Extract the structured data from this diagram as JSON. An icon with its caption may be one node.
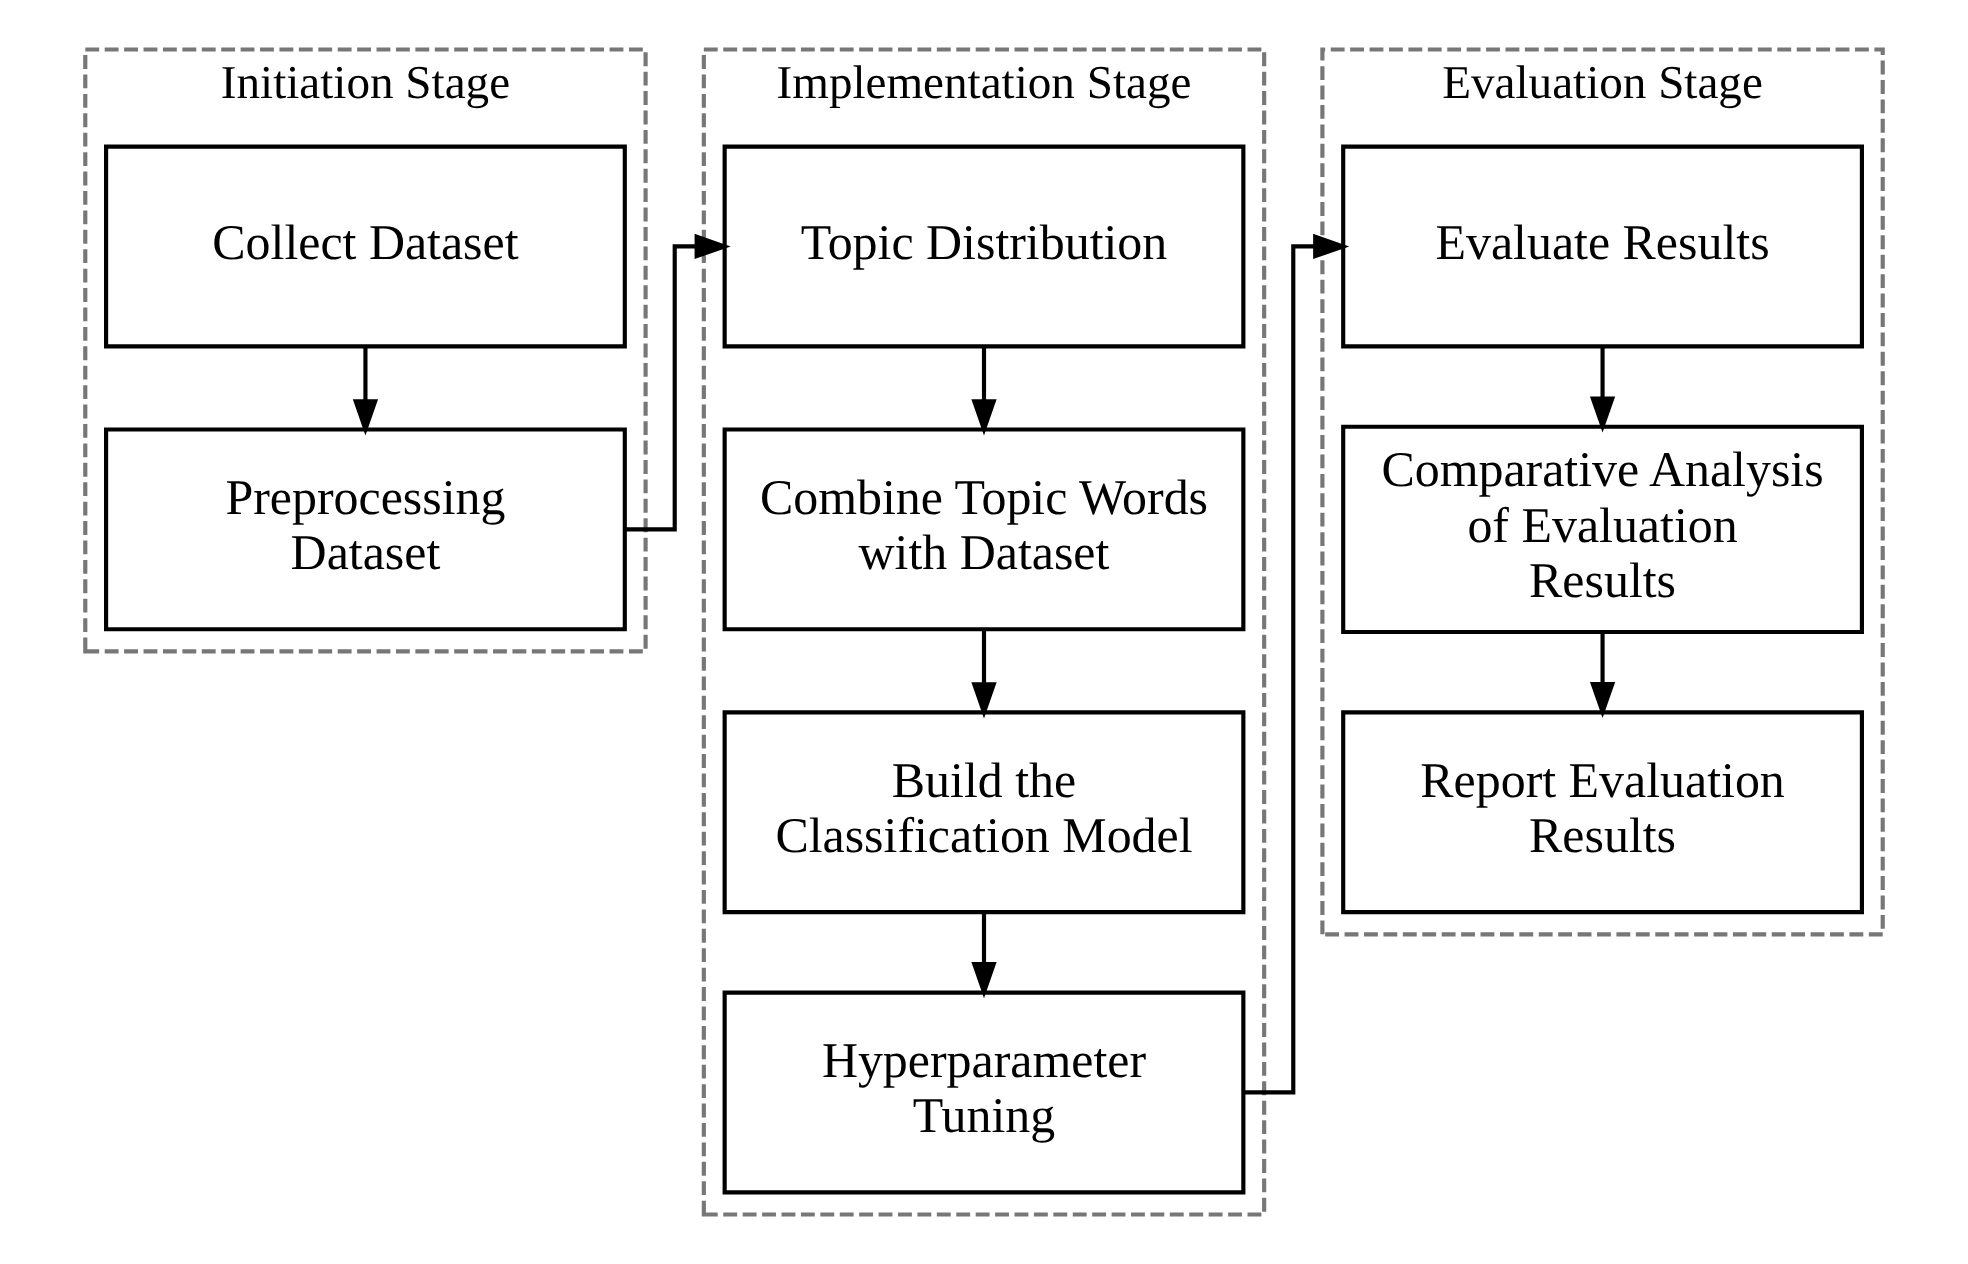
{
  "diagram": {
    "nodes": [
      {
        "text": [
          "Initiation Stage"
        ]
      },
      {
        "text": [
          "Collect Dataset"
        ],
        "in": 0
      },
      {
        "text": [
          "Preprocessing Dataset"
        ],
        "in": 0
      },
      {
        "text": [
          "Implementation Stage"
        ]
      },
      {
        "text": [
          "Topic Distribution"
        ],
        "in": 3
      },
      {
        "text": [
          "Combine Topic Words with Dataset"
        ],
        "in": 3
      },
      {
        "text": [
          "Build the Classification Model"
        ],
        "in": 3
      },
      {
        "text": [
          "Hyperparameter Tuning"
        ],
        "in": 3
      },
      {
        "text": [
          "Evaluation Stage"
        ]
      },
      {
        "text": [
          "Evaluate Results"
        ],
        "in": 8
      },
      {
        "text": [
          "Comparative Analysis of Evaluation Results"
        ],
        "in": 8
      },
      {
        "text": [
          "Report Evaluation Results"
        ],
        "in": 8
      }
    ],
    "edges": [
      {
        "from": 1,
        "to": 2,
        "arrow": "to"
      },
      {
        "from": 2,
        "to": 4,
        "arrow": "to"
      },
      {
        "from": 4,
        "to": 5,
        "arrow": "to"
      },
      {
        "from": 5,
        "to": 6,
        "arrow": "to"
      },
      {
        "from": 6,
        "to": 7,
        "arrow": "to"
      },
      {
        "from": 7,
        "to": 9,
        "arrow": "to"
      },
      {
        "from": 9,
        "to": 10,
        "arrow": "to"
      },
      {
        "from": 10,
        "to": 11,
        "arrow": "to"
      }
    ]
  }
}
